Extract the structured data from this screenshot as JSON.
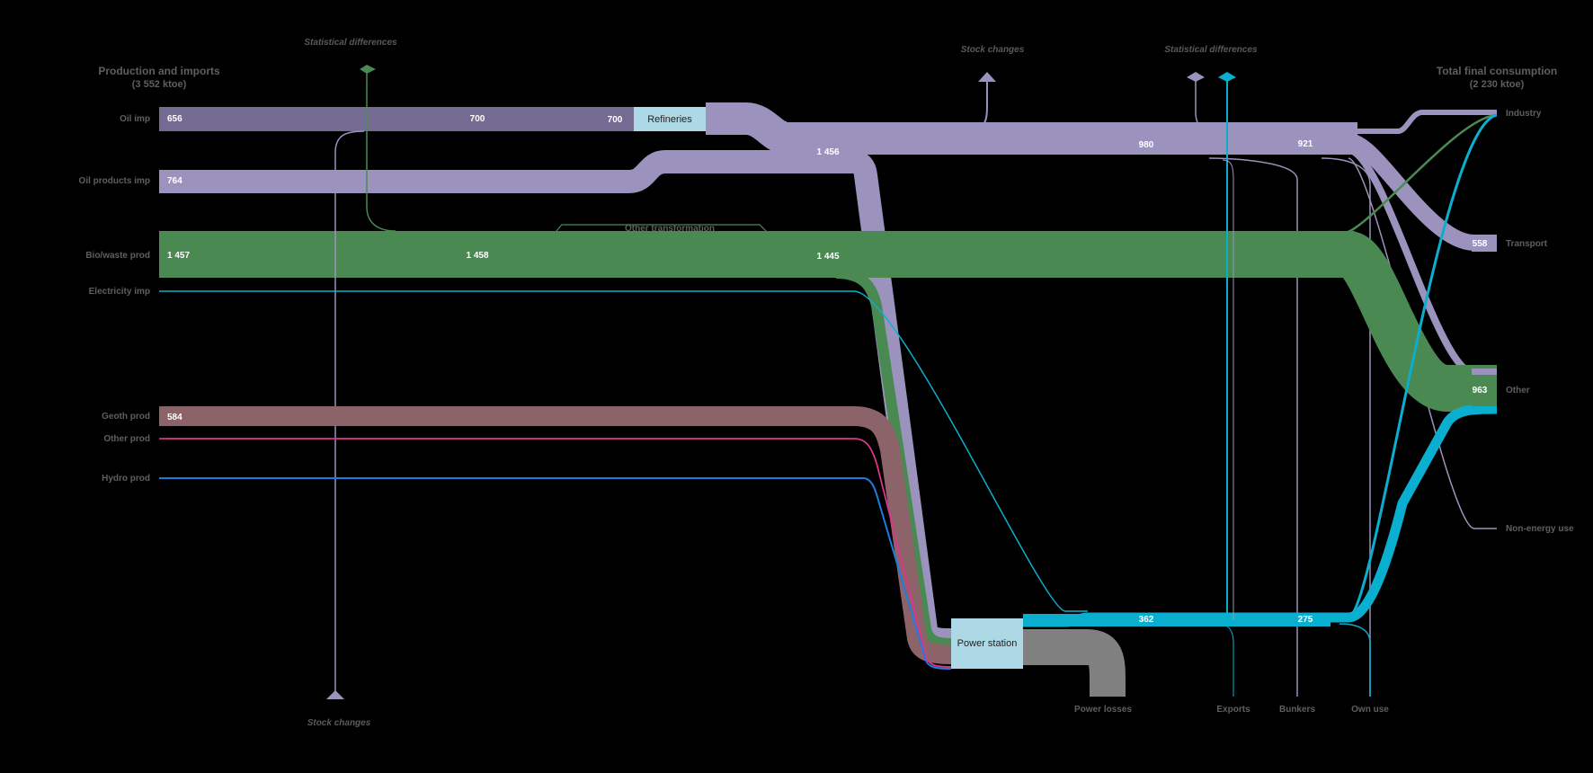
{
  "headers": {
    "left_title": "Production and imports",
    "left_sub": "(3 552 ktoe)",
    "right_title": "Total final consumption",
    "right_sub": "(2 230 ktoe)"
  },
  "sources": {
    "oil_imp": "Oil imp",
    "oil_products_imp": "Oil products imp",
    "biowaste_prod": "Bio/waste prod",
    "electricity_imp": "Electricity imp",
    "geoth_prod": "Geoth prod",
    "other_prod": "Other prod",
    "hydro_prod": "Hydro prod"
  },
  "sinks": {
    "industry": "Industry",
    "transport": "Transport",
    "other": "Other",
    "non_energy_use": "Non-energy use"
  },
  "bottom": {
    "power_losses": "Power losses",
    "exports": "Exports",
    "bunkers": "Bunkers",
    "own_use": "Own use",
    "stock_changes": "Stock changes"
  },
  "top": {
    "stat_diff_left": "Statistical differences",
    "stock_changes": "Stock  changes",
    "stat_diff_right": "Statistical differences"
  },
  "nodes": {
    "refineries": "Refineries",
    "power_station": "Power station",
    "other_transformation": "Other transformation"
  },
  "values": {
    "oil_imp": "656",
    "refinery_in_mid": "700",
    "refinery_in": "700",
    "oil_products_imp": "764",
    "oil_products_total": "1 456",
    "oil_after_stock": "980",
    "oil_after_stat": "921",
    "biowaste_prod": "1 457",
    "biowaste_mid": "1 458",
    "biowaste_after": "1 445",
    "geoth_prod": "584",
    "electricity_out": "362",
    "electricity_final": "275",
    "transport": "558",
    "other": "963"
  },
  "colors": {
    "crude": "#736b92",
    "oil_products": "#9b93bd",
    "biowaste": "#4a8a52",
    "electricity": "#0aafd0",
    "geoth": "#8d636a",
    "other_prod": "#e0338a",
    "hydro": "#1f7be0",
    "losses": "#808080",
    "node": "#add8e6"
  }
}
